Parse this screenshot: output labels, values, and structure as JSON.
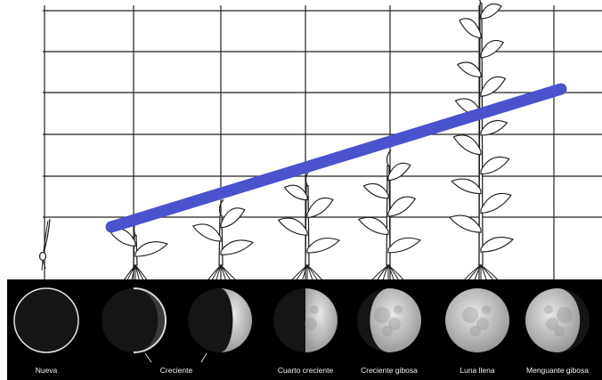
{
  "moon_phases": [
    {
      "id": "nueva",
      "label": "Nueva",
      "illumination": 0.0,
      "waxing": true
    },
    {
      "id": "creciente",
      "label": "Creciente",
      "illumination": 0.12,
      "waxing": true
    },
    {
      "id": "creciente-2",
      "label": "",
      "illumination": 0.3,
      "waxing": true
    },
    {
      "id": "cuarto-creciente",
      "label": "Cuarto creciente",
      "illumination": 0.5,
      "waxing": true
    },
    {
      "id": "creciente-gibosa",
      "label": "Creciente gibosa",
      "illumination": 0.8,
      "waxing": true
    },
    {
      "id": "luna-llena",
      "label": "Luna llena",
      "illumination": 1.0,
      "waxing": true
    },
    {
      "id": "menguante-gibosa",
      "label": "Menguante gibosa",
      "illumination": 0.85,
      "waxing": false
    }
  ],
  "colors": {
    "grid": "#222222",
    "trend_line": "#4a52cc",
    "moon_strip_background": "#000000",
    "moon_lit": "#cfcfcf",
    "moon_dark": "#151515",
    "label_text": "#f2f2f2",
    "plant_stroke": "#1a1a1a"
  },
  "plants": [
    {
      "stage": "seed",
      "relative_height": 0.08
    },
    {
      "stage": "young",
      "relative_height": 0.18
    },
    {
      "stage": "leafy",
      "relative_height": 0.3
    },
    {
      "stage": "growing",
      "relative_height": 0.48
    },
    {
      "stage": "growing",
      "relative_height": 0.6
    },
    {
      "stage": "tall",
      "relative_height": 1.0
    }
  ]
}
